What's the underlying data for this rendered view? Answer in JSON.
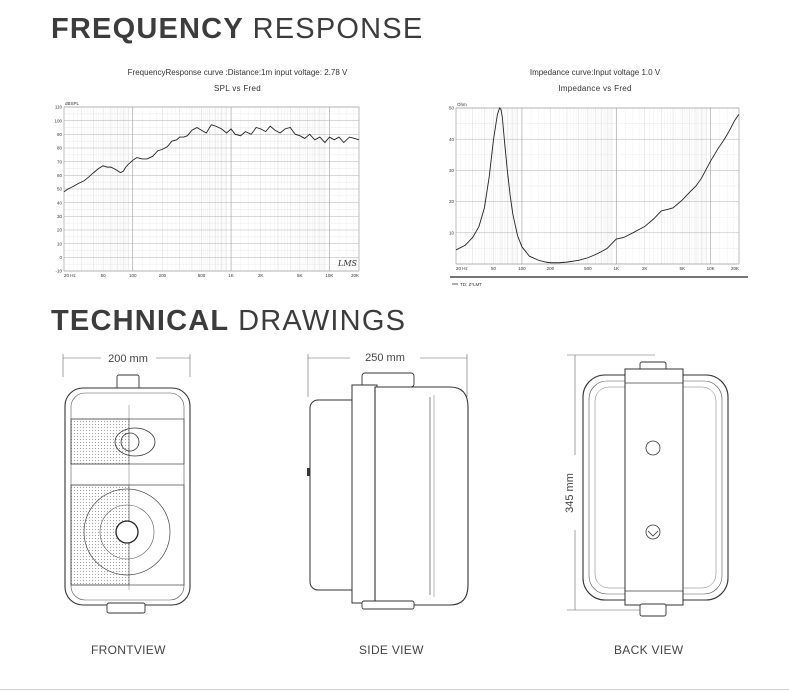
{
  "sections": {
    "frequency": {
      "bold": "FREQUENCY",
      "light": "RESPONSE"
    },
    "technical": {
      "bold": "TECHNICAL",
      "light": "DRAWINGS"
    }
  },
  "colors": {
    "curve": "#222222",
    "grid": "#c8c8c8",
    "heading": "#3c3c3c"
  },
  "chart_data": [
    {
      "type": "line",
      "title": "FrequencyResponse curve :Distance:1m input voltage: 2.78 V",
      "subtitle": "SPL  vs  Fred",
      "ylabel": "dBSPL",
      "xscale": "log",
      "xlim": [
        20,
        20000
      ],
      "ylim": [
        -10,
        110
      ],
      "grid": true,
      "x_ticks": [
        {
          "v": 20,
          "label": "20 Hz"
        },
        {
          "v": 50,
          "label": "50"
        },
        {
          "v": 100,
          "label": "100"
        },
        {
          "v": 200,
          "label": "200"
        },
        {
          "v": 500,
          "label": "500"
        },
        {
          "v": 1000,
          "label": "1K"
        },
        {
          "v": 2000,
          "label": "2K"
        },
        {
          "v": 5000,
          "label": "5K"
        },
        {
          "v": 10000,
          "label": "10K"
        },
        {
          "v": 20000,
          "label": "20K"
        }
      ],
      "y_ticks": [
        {
          "v": 110,
          "label": "110"
        },
        {
          "v": 100,
          "label": "100"
        },
        {
          "v": 90,
          "label": "90"
        },
        {
          "v": 80,
          "label": "80"
        },
        {
          "v": 70,
          "label": "70"
        },
        {
          "v": 60,
          "label": "60"
        },
        {
          "v": 50,
          "label": "50"
        },
        {
          "v": 40,
          "label": "40"
        },
        {
          "v": 30,
          "label": "30"
        },
        {
          "v": 20,
          "label": "20"
        },
        {
          "v": 10,
          "label": "10"
        },
        {
          "v": 0,
          "label": "0"
        },
        {
          "v": -10,
          "label": "-10"
        }
      ],
      "watermark": "LMS",
      "series": [
        {
          "x": [
            20,
            22,
            25,
            28,
            32,
            36,
            40,
            45,
            50,
            55,
            60,
            68,
            75,
            80,
            85,
            90,
            100,
            110,
            125,
            140,
            160,
            180,
            200,
            225,
            250,
            280,
            300,
            330,
            360,
            400,
            450,
            500,
            560,
            630,
            700,
            800,
            900,
            1000,
            1100,
            1250,
            1400,
            1600,
            1800,
            2000,
            2250,
            2500,
            2800,
            3150,
            3550,
            4000,
            4500,
            5000,
            5600,
            6300,
            7100,
            8000,
            9000,
            10000,
            11200,
            12500,
            14000,
            16000,
            18000,
            20000
          ],
          "y": [
            48,
            50,
            52,
            54,
            56,
            59,
            62,
            65,
            67,
            66,
            66,
            64,
            62,
            63,
            66,
            68,
            71,
            73,
            72,
            72,
            74,
            78,
            79,
            81,
            85,
            86,
            88,
            88,
            89,
            93,
            95,
            93,
            91,
            97,
            96,
            94,
            91,
            94,
            90,
            89,
            92,
            90,
            95,
            94,
            92,
            96,
            93,
            91,
            94,
            95,
            90,
            89,
            87,
            90,
            86,
            88,
            84,
            88,
            86,
            88,
            84,
            88,
            87,
            86
          ]
        }
      ]
    },
    {
      "type": "line",
      "title": "Impedance curve:Input voltage 1.0 V",
      "subtitle": "Impedance  vs  Fred",
      "ylabel": "Ohm",
      "xscale": "log",
      "xlim": [
        20,
        20000
      ],
      "ylim": [
        0,
        50
      ],
      "grid": true,
      "x_ticks": [
        {
          "v": 20,
          "label": "20 Hz"
        },
        {
          "v": 50,
          "label": "50"
        },
        {
          "v": 100,
          "label": "100"
        },
        {
          "v": 200,
          "label": "200"
        },
        {
          "v": 500,
          "label": "500"
        },
        {
          "v": 1000,
          "label": "1K"
        },
        {
          "v": 2000,
          "label": "2K"
        },
        {
          "v": 5000,
          "label": "5K"
        },
        {
          "v": 10000,
          "label": "10K"
        },
        {
          "v": 20000,
          "label": "20K"
        }
      ],
      "y_ticks": [
        {
          "v": 50,
          "label": "50"
        },
        {
          "v": 40,
          "label": "40"
        },
        {
          "v": 30,
          "label": "30"
        },
        {
          "v": 20,
          "label": "20"
        },
        {
          "v": 10,
          "label": "10"
        }
      ],
      "legend": "TD: Z*LMT",
      "series": [
        {
          "x": [
            20,
            25,
            30,
            35,
            40,
            45,
            50,
            55,
            58,
            60,
            62,
            65,
            70,
            75,
            80,
            90,
            100,
            120,
            150,
            180,
            200,
            250,
            300,
            400,
            500,
            600,
            700,
            800,
            1000,
            1200,
            1500,
            2000,
            2500,
            3000,
            3500,
            4000,
            5000,
            6000,
            7000,
            8000,
            10000,
            12000,
            14000,
            16000,
            18000,
            20000
          ],
          "y": [
            4.5,
            6,
            8.5,
            12,
            18,
            28,
            40,
            48,
            50,
            49.5,
            47,
            40,
            30,
            22,
            16,
            9,
            5.5,
            2.5,
            1.2,
            0.6,
            0.4,
            0.4,
            0.6,
            1.2,
            2.0,
            3.0,
            4.0,
            5.0,
            8.0,
            8.5,
            10,
            12,
            14.5,
            17,
            17.5,
            18,
            20.5,
            23,
            25,
            27.5,
            33,
            37,
            40,
            43,
            46,
            48
          ]
        }
      ]
    }
  ],
  "drawings": {
    "front": {
      "label": "FRONTVIEW",
      "dimension": "200 mm"
    },
    "side": {
      "label": "SIDE VIEW",
      "dimension": "250 mm"
    },
    "back": {
      "label": "BACK VIEW",
      "dimension": "345 mm"
    }
  }
}
